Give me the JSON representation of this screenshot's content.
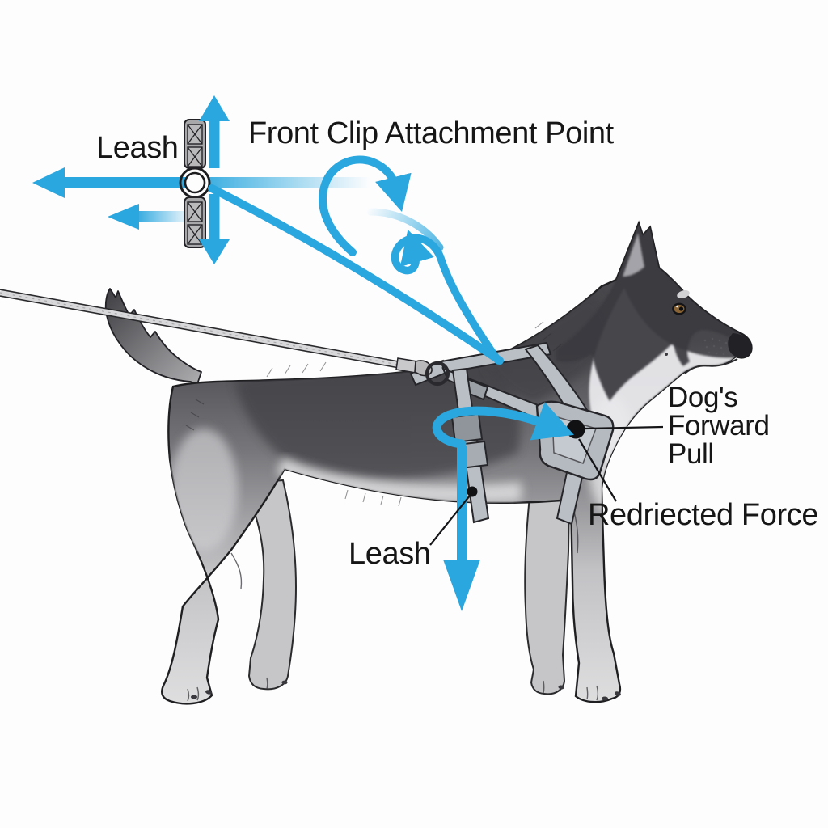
{
  "figure": {
    "title": "Front Clip Attachment Point",
    "labels": {
      "leash_top": "Leash",
      "leash_bottom": "Leash",
      "forward_pull_line1": "Dog's",
      "forward_pull_line2": "Forward",
      "forward_pull_line3": "Pull",
      "redirected_force": "Redriected Force"
    },
    "colors": {
      "arrow_blue": "#2AA7DE",
      "ink": "#161616",
      "harness_gray": "#B9BFC4",
      "background": "#FDFDFE"
    },
    "icons": {
      "buckle_illustration": "harness-webbing-strap-with-o-ring",
      "arrow_glyphs": [
        "arrow-up",
        "arrow-down",
        "arrow-left-long",
        "arrow-left-short-faded",
        "leash-angle-line-to-harness",
        "loop-redirect-arrow",
        "spiral-redirect-arrow",
        "chest-curl-redirect-arrow",
        "arrow-straight-down-pull"
      ]
    }
  }
}
